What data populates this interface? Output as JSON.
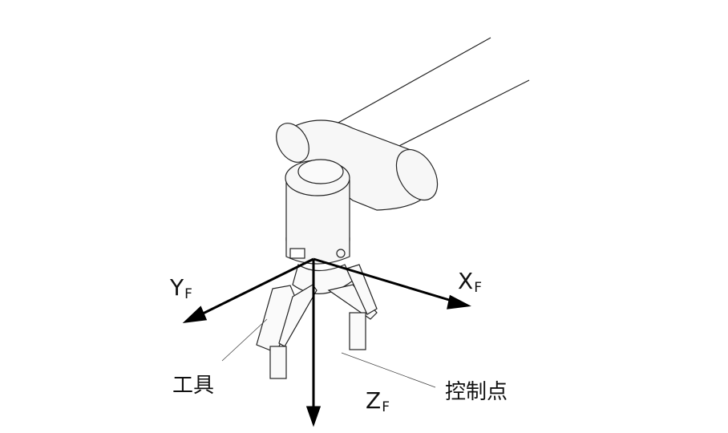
{
  "axes": {
    "x": {
      "main": "X",
      "sub": "F"
    },
    "y": {
      "main": "Y",
      "sub": "F"
    },
    "z": {
      "main": "Z",
      "sub": "F"
    }
  },
  "labels": {
    "tool": "工具",
    "control_point": "控制点"
  },
  "colors": {
    "line": "#111111",
    "body_fill": "#f4f4f4"
  }
}
